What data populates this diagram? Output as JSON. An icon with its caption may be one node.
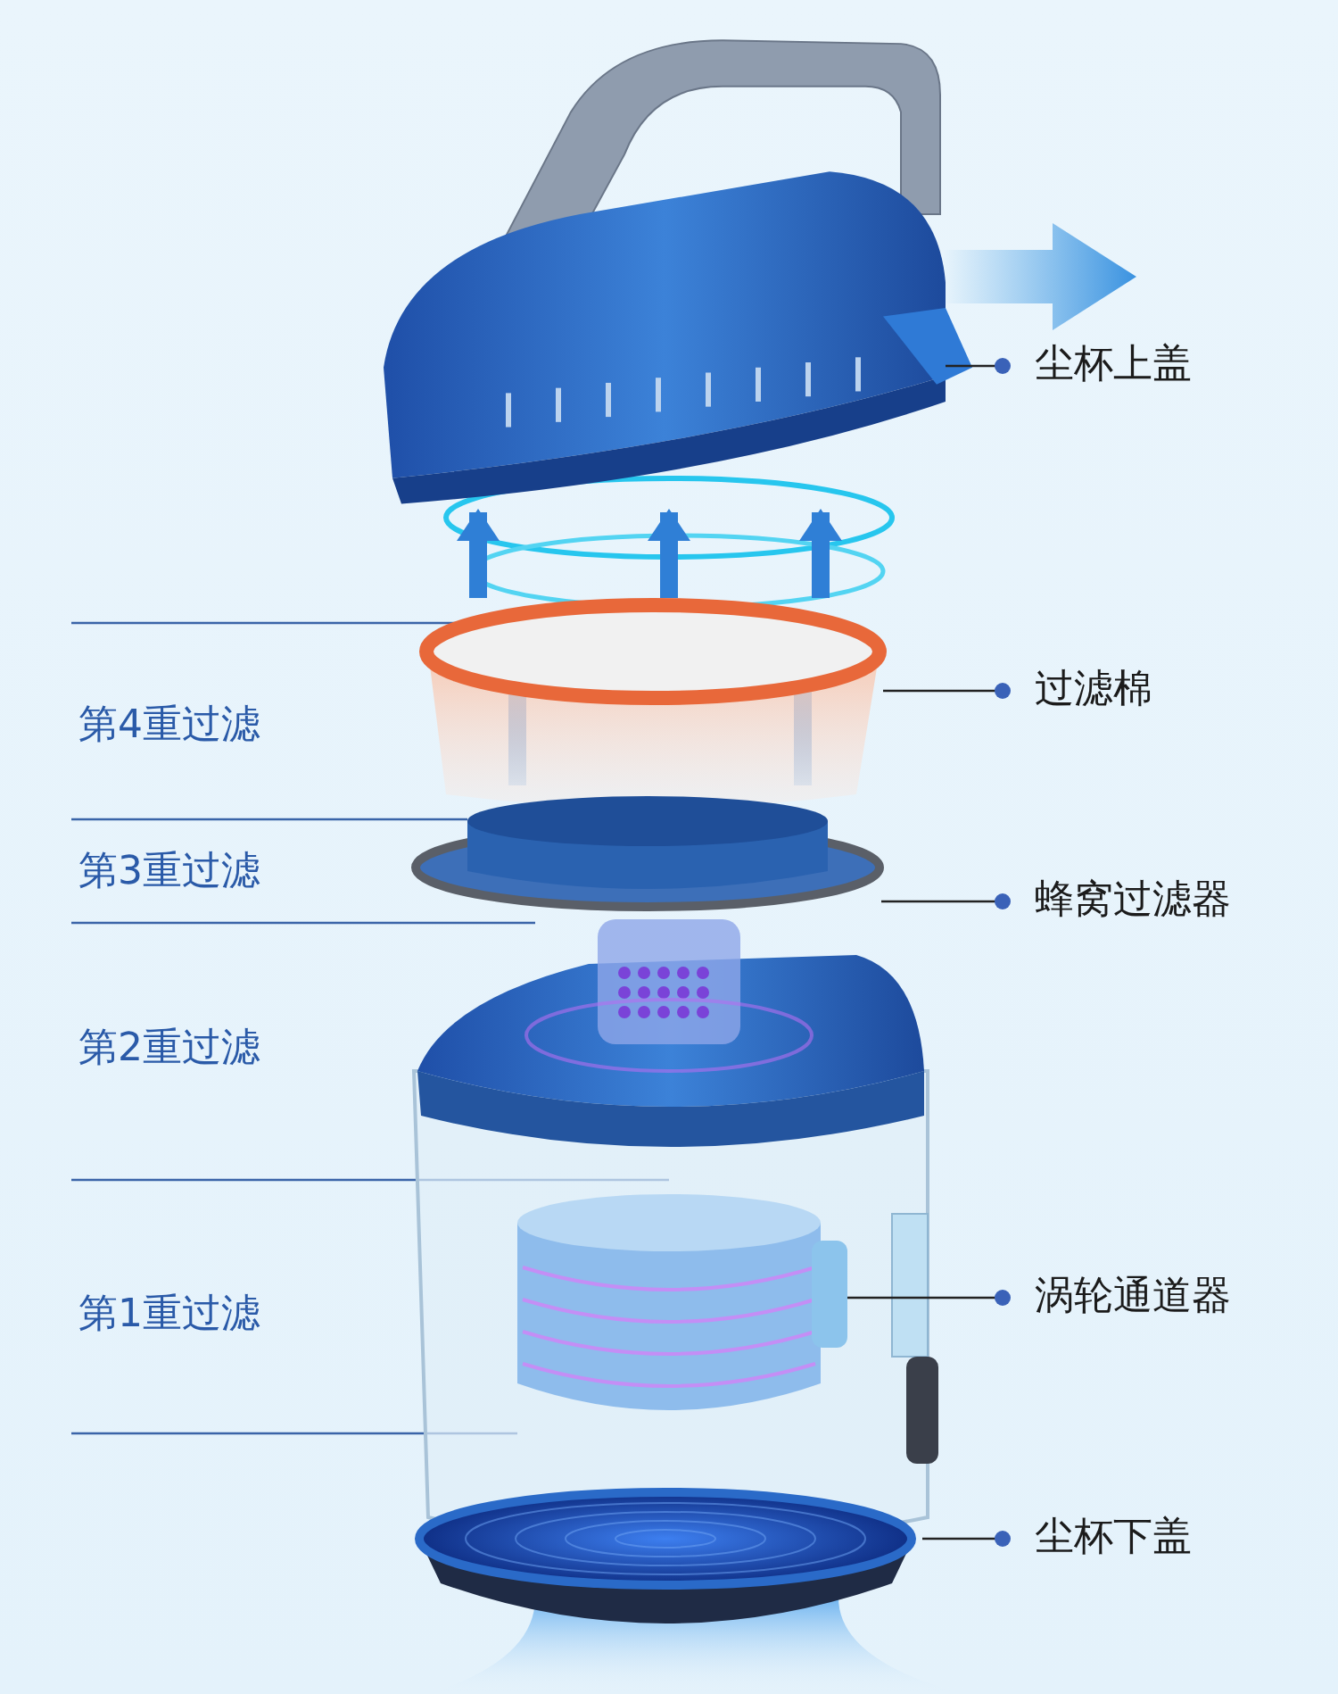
{
  "diagram": {
    "nodes": [
      {
        "text": [
          "尘杯上盖"
        ]
      },
      {
        "text": [
          "过滤棉"
        ]
      },
      {
        "text": [
          "蜂窝过滤器"
        ]
      },
      {
        "text": [
          "涡轮通道器"
        ]
      },
      {
        "text": [
          "尘杯下盖"
        ]
      },
      {
        "text": [],
        "shape": "picture"
      },
      {
        "text": [],
        "shape": "picture"
      },
      {
        "text": [],
        "shape": "picture"
      },
      {
        "text": [],
        "shape": "picture"
      },
      {
        "text": [],
        "shape": "picture"
      }
    ],
    "edges": [
      {
        "from": 0,
        "to": 5,
        "arrow": "other"
      },
      {
        "from": 1,
        "to": 6,
        "arrow": "other"
      },
      {
        "from": 2,
        "to": 7,
        "arrow": "other"
      },
      {
        "from": 3,
        "to": 8,
        "arrow": "other"
      },
      {
        "from": 4,
        "to": 9,
        "arrow": "other"
      },
      {
        "from": 6,
        "to": 5,
        "arrow": "to",
        "style": "thick",
        "color": "#2f7fd6"
      },
      {
        "from": 6,
        "to": 5,
        "arrow": "to",
        "style": "thick",
        "color": "#2f7fd6"
      },
      {
        "from": 6,
        "to": 5,
        "arrow": "to",
        "style": "thick",
        "color": "#2f7fd6"
      }
    ],
    "labels": [
      "第4重过滤",
      "第3重过滤",
      "第2重过滤",
      "第1重过滤"
    ]
  }
}
